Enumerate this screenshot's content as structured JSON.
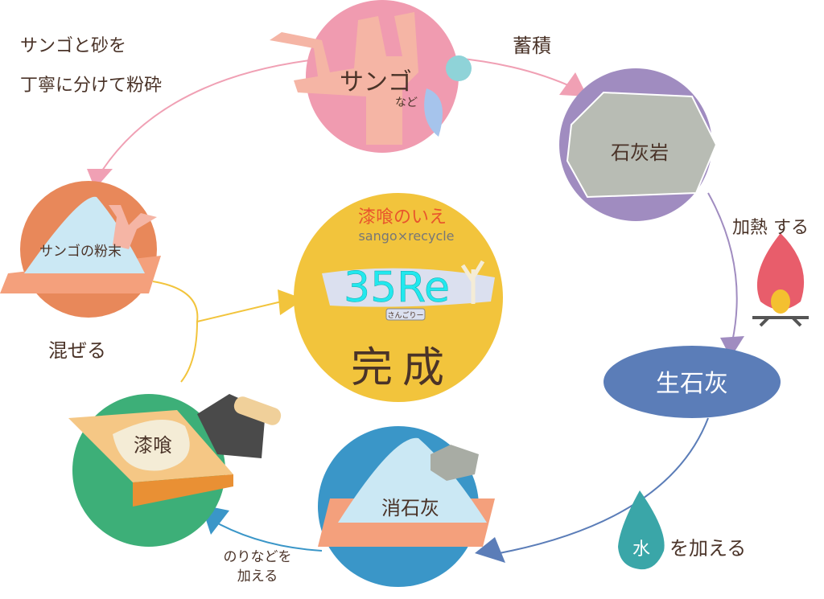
{
  "steps": {
    "coral": {
      "label": "サンゴ",
      "sub": "など"
    },
    "limestone": {
      "label": "石灰岩"
    },
    "quicklime": {
      "label": "生石灰"
    },
    "slaked_lime": {
      "label": "消石灰"
    },
    "plaster": {
      "label": "漆喰"
    },
    "coral_powder": {
      "label": "サンゴの粉末"
    }
  },
  "actions": {
    "accumulate": "蓄積",
    "heat": "加熱 する",
    "add_water_icon": "水",
    "add_water": "を加える",
    "add_glue_1": "のりなどを",
    "add_glue_2": "加える",
    "mix": "混ぜる",
    "separate_1": "サンゴと砂を",
    "separate_2": "丁寧に分けて粉砕"
  },
  "center": {
    "brand": "漆喰のいえ",
    "tagline": "sango×recycle",
    "logo": "35Re",
    "logo_reading": "さんごりー",
    "done": "完成"
  },
  "colors": {
    "coral": "#f09bb0",
    "limestone": "#a08cc0",
    "quicklime": "#5b7db8",
    "slaked_lime": "#3a96c8",
    "plaster": "#3daf78",
    "powder": "#e8885a",
    "center": "#f2c43c"
  }
}
